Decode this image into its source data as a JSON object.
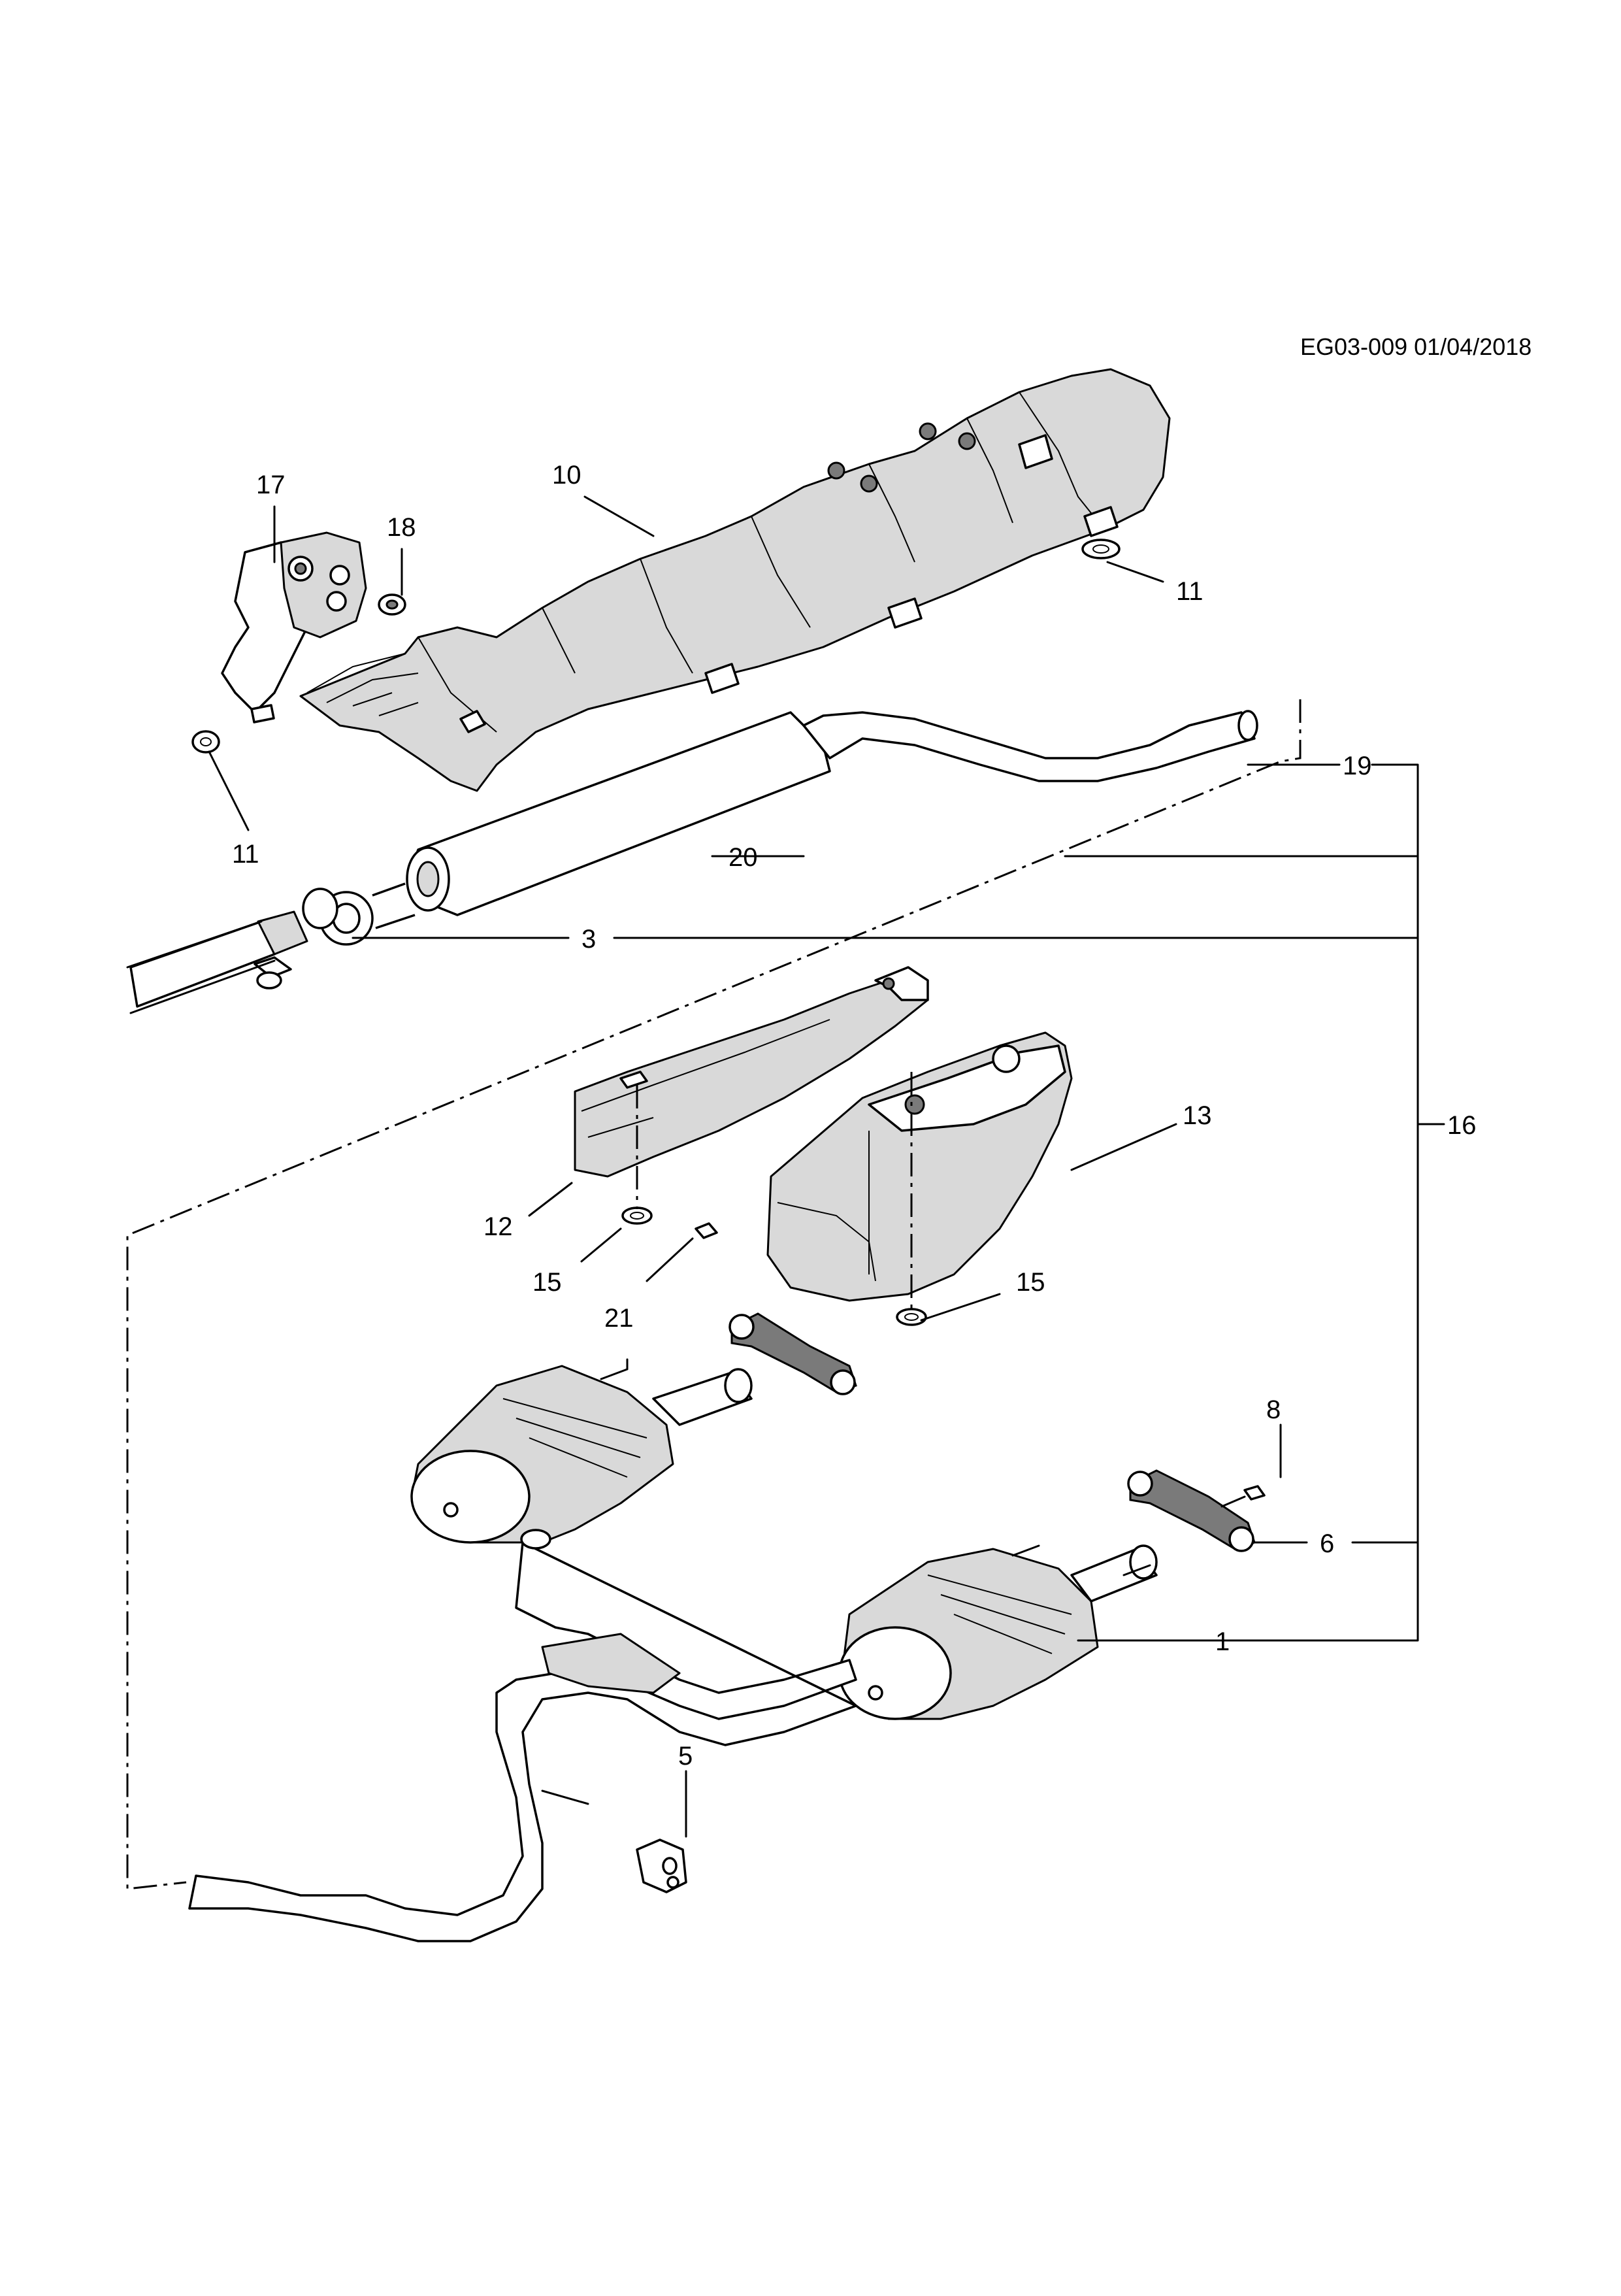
{
  "header": {
    "reference": "EG03-009 01/04/2018"
  },
  "callouts": [
    "1",
    "3",
    "5",
    "6",
    "8",
    "10",
    "11",
    "11",
    "12",
    "13",
    "15",
    "15",
    "16",
    "17",
    "18",
    "19",
    "20",
    "21"
  ]
}
